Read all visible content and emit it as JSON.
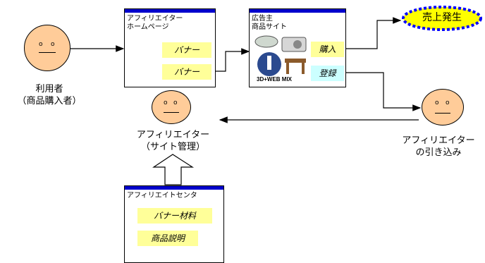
{
  "user": {
    "label": "利用者\n（商品購入者）"
  },
  "affiliate_home": {
    "title": "アフィリエイター\nホームページ",
    "banners": [
      "バナー",
      "バナー"
    ]
  },
  "advertiser": {
    "title": "広告主\n商品サイト",
    "image_caption": "3D+WEB MIX",
    "buy_label": "購入",
    "register_label": "登録"
  },
  "sale": {
    "label": "売上発生"
  },
  "affiliate_manager": {
    "label": "アフィリエイター\n（サイト管理）"
  },
  "recruit": {
    "label": "アフィリエイター\nの引き込み"
  },
  "center": {
    "title": "アフィリエイトセンタ",
    "items": [
      "バナー材料",
      "商品説明"
    ]
  },
  "colors": {
    "face": "#ffcc99",
    "title_bar": "#0000cc",
    "banner": "#ffff99",
    "register": "#ccffff",
    "sale_border": "#0000ff",
    "sale_fill": "#ffff00"
  }
}
